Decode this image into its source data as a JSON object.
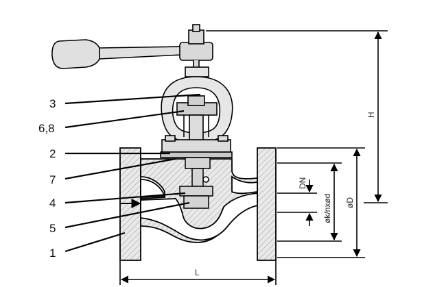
{
  "callouts": [
    "3",
    "6,8",
    "2",
    "7",
    "4",
    "5",
    "1"
  ],
  "dimensions": {
    "height": "H",
    "nominal_diameter": "DN",
    "bolt_circle": "øk/nxød",
    "outer_diameter": "øD",
    "length": "L"
  }
}
